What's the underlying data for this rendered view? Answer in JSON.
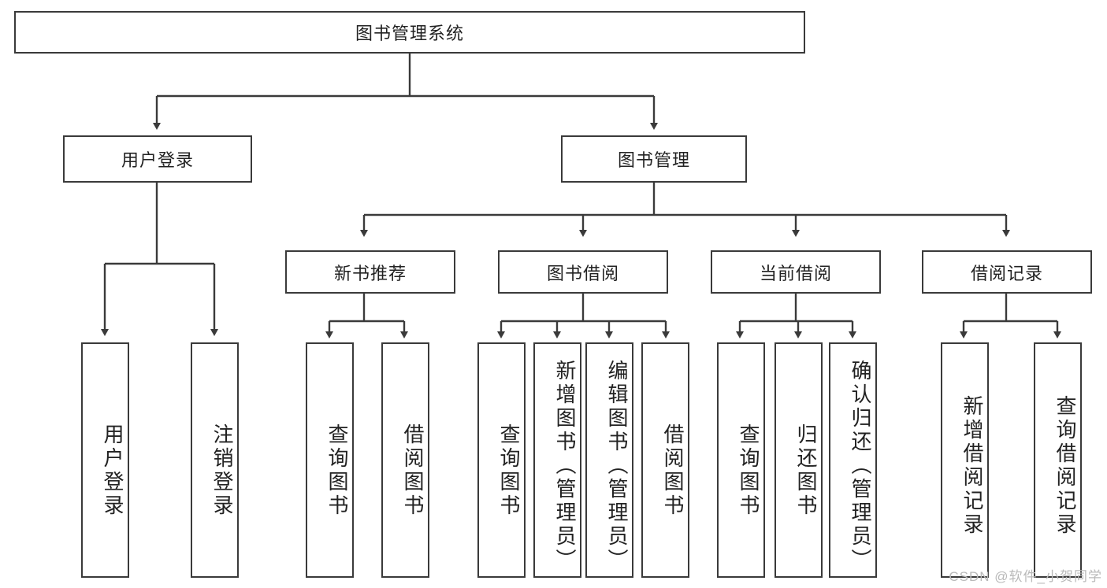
{
  "diagram": {
    "title": "图书管理系统",
    "root": {
      "label": "图书管理系统"
    },
    "level2": [
      {
        "label": "用户登录"
      },
      {
        "label": "图书管理"
      }
    ],
    "level3": [
      {
        "label": "新书推荐"
      },
      {
        "label": "图书借阅"
      },
      {
        "label": "当前借阅"
      },
      {
        "label": "借阅记录"
      }
    ],
    "leaves": {
      "user_login": [
        {
          "label": "用户登录"
        },
        {
          "label": "注销登录"
        }
      ],
      "new_book_recommend": [
        {
          "label": "查询图书"
        },
        {
          "label": "借阅图书"
        }
      ],
      "book_borrow": [
        {
          "label": "查询图书"
        },
        {
          "label": "新增图书（管理员）"
        },
        {
          "label": "编辑图书（管理员）"
        },
        {
          "label": "借阅图书"
        }
      ],
      "current_borrow": [
        {
          "label": "查询图书"
        },
        {
          "label": "归还图书"
        },
        {
          "label": "确认归还（管理员）"
        }
      ],
      "borrow_record": [
        {
          "label": "新增借阅记录"
        },
        {
          "label": "查询借阅记录"
        }
      ]
    }
  },
  "watermark": {
    "text": "CSDN @软件_小贺同学"
  },
  "colors": {
    "stroke": "#3a3a3a",
    "box_fill": "#ffffff",
    "text": "#222222",
    "watermark": "#b9b9b9"
  }
}
